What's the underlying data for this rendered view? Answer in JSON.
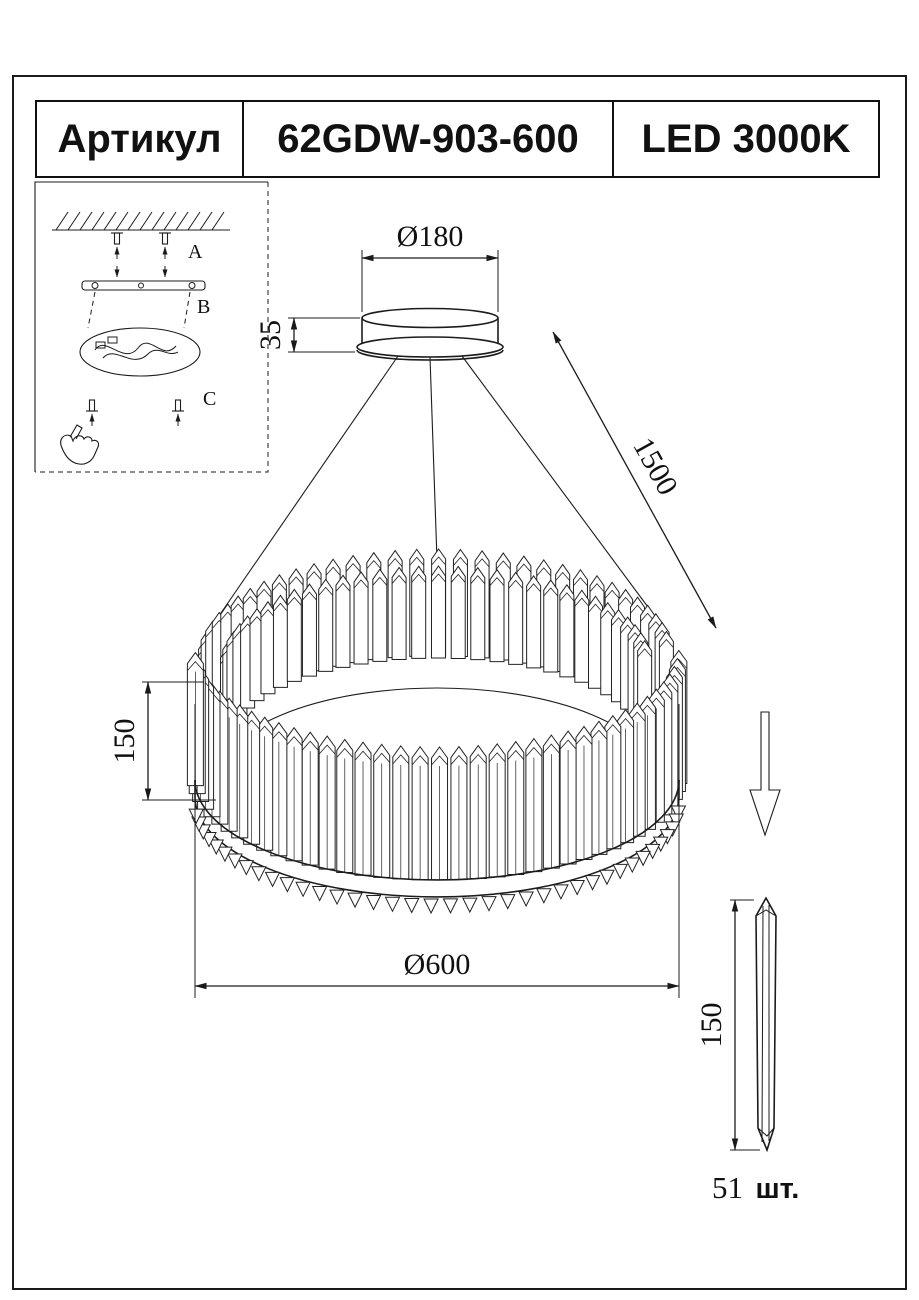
{
  "header": {
    "label": "Артикул",
    "article": "62GDW-903-600",
    "led": "LED 3000K"
  },
  "inset": {
    "labels": {
      "a": "A",
      "b": "B",
      "c": "C"
    }
  },
  "dimensions": {
    "canopy_diameter": "Ø180",
    "canopy_height": "35",
    "suspension_length": "1500",
    "ring_height": "150",
    "ring_diameter": "Ø600",
    "crystal_height": "150"
  },
  "crystal": {
    "quantity": "51",
    "unit": "шт."
  }
}
